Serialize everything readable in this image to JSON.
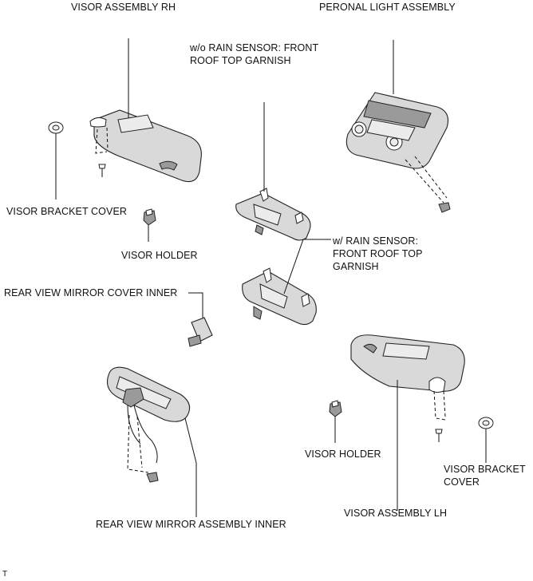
{
  "labels": {
    "visor_assembly_rh": "VISOR ASSEMBLY RH",
    "personal_light_assembly": "PERONAL LIGHT ASSEMBLY",
    "wo_rain_sensor_line1": "w/o RAIN SENSOR: FRONT",
    "wo_rain_sensor_line2": "ROOF TOP GARNISH",
    "visor_bracket_cover_rh": "VISOR BRACKET COVER",
    "visor_holder_rh": "VISOR HOLDER",
    "w_rain_sensor_line1": "w/ RAIN SENSOR:",
    "w_rain_sensor_line2": "FRONT ROOF TOP",
    "w_rain_sensor_line3": "GARNISH",
    "rear_view_mirror_cover_inner": "REAR VIEW MIRROR COVER INNER",
    "visor_holder_lh": "VISOR HOLDER",
    "visor_bracket_cover_lh_line1": "VISOR BRACKET",
    "visor_bracket_cover_lh_line2": "COVER",
    "visor_assembly_lh": "VISOR ASSEMBLY LH",
    "rear_view_mirror_assembly_inner": "REAR VIEW MIRROR ASSEMBLY INNER",
    "corner_mark": "T"
  },
  "colors": {
    "line": "#111111",
    "part_fill": "#d9d9d9",
    "part_dark": "#9a9a9a",
    "background": "#ffffff"
  }
}
